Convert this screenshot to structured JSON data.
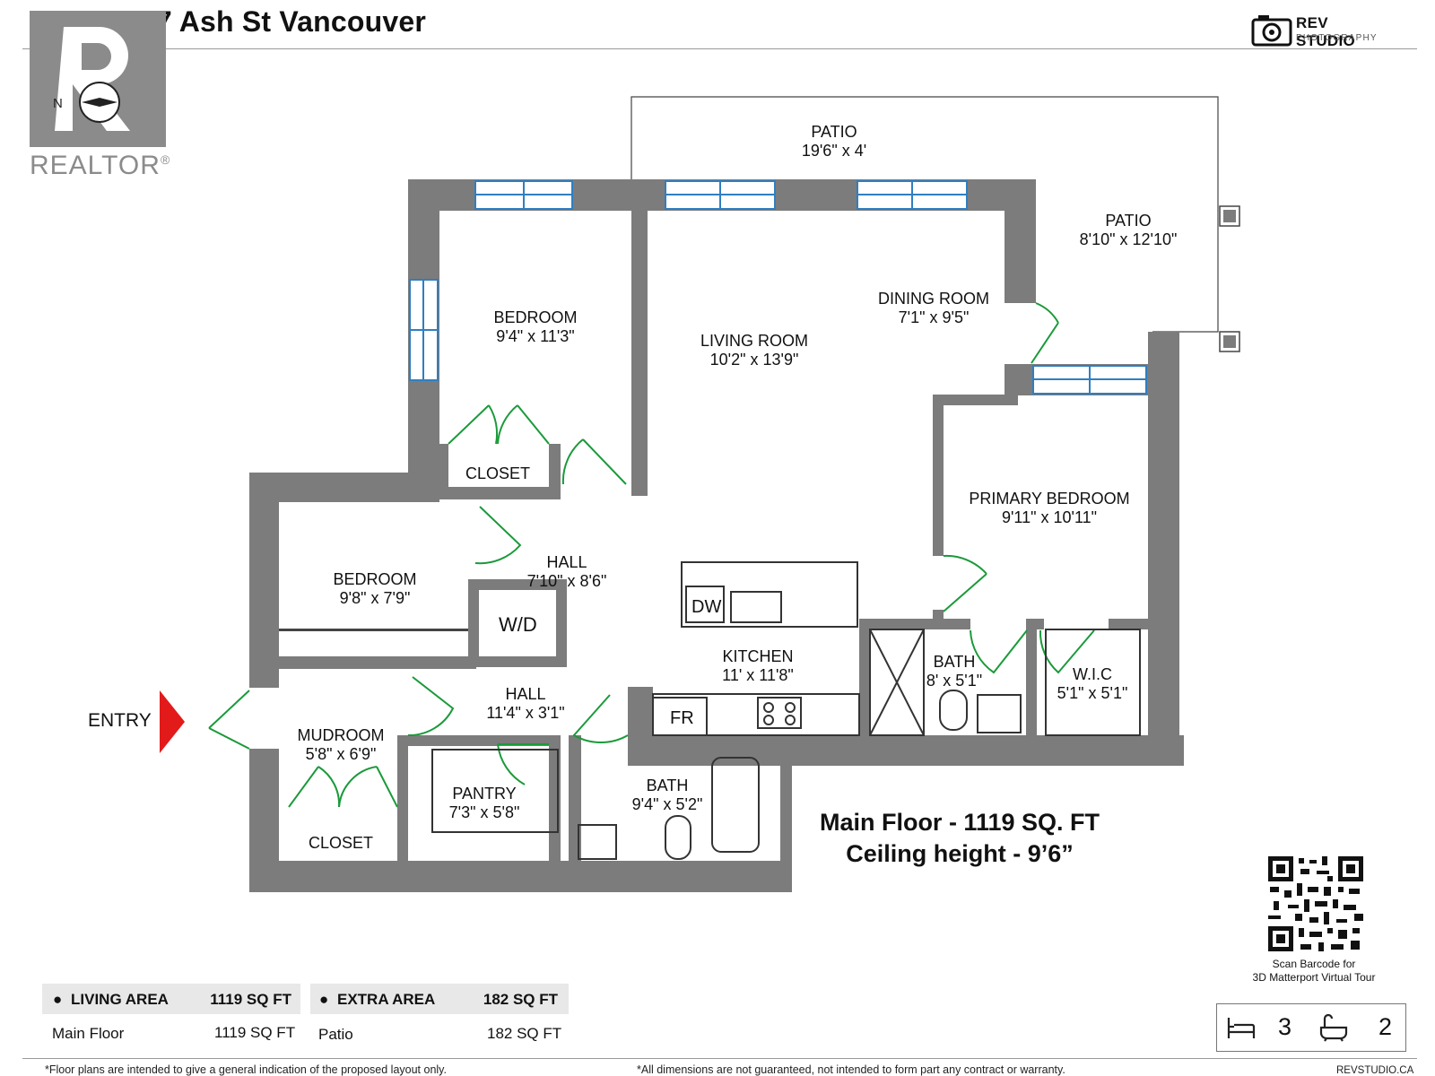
{
  "title": "101-5007 Ash St Vancouver",
  "brand": {
    "name": "REV STUDIO",
    "sub": "PHOTOGRAPHY",
    "icon": "camera-icon"
  },
  "realtor": {
    "word": "REALTOR",
    "mark": "®",
    "compass_letter": "N"
  },
  "rooms": [
    {
      "name": "PATIO",
      "dims": "19'6\" x 4'"
    },
    {
      "name": "PATIO",
      "dims": "8'10\" x 12'10\""
    },
    {
      "name": "BEDROOM",
      "dims": "9'4\" x 11'3\""
    },
    {
      "name": "LIVING ROOM",
      "dims": "10'2\" x 13'9\""
    },
    {
      "name": "DINING ROOM",
      "dims": "7'1\" x 9'5\""
    },
    {
      "name": "CLOSET",
      "dims": ""
    },
    {
      "name": "PRIMARY BEDROOM",
      "dims": "9'11\" x 10'11\""
    },
    {
      "name": "HALL",
      "dims": "7'10\" x 8'6\""
    },
    {
      "name": "BEDROOM",
      "dims": "9'8\" x 7'9\""
    },
    {
      "name": "KITCHEN",
      "dims": "11' x 11'8\""
    },
    {
      "name": "BATH",
      "dims": "8' x 5'1\""
    },
    {
      "name": "W.I.C",
      "dims": "5'1\" x 5'1\""
    },
    {
      "name": "HALL",
      "dims": "11'4\" x 3'1\""
    },
    {
      "name": "MUDROOM",
      "dims": "5'8\" x 6'9\""
    },
    {
      "name": "PANTRY",
      "dims": "7'3\" x 5'8\""
    },
    {
      "name": "BATH",
      "dims": "9'4\" x 5'2\""
    },
    {
      "name": "CLOSET",
      "dims": ""
    }
  ],
  "fixtures": {
    "dw": "DW",
    "wd": "W/D",
    "fr": "FR"
  },
  "entry": "ENTRY",
  "floor_info": {
    "line1": "Main Floor - 1119 SQ. FT",
    "line2": "Ceiling height - 9’6”"
  },
  "qr_caption": {
    "line1": "Scan Barcode for",
    "line2": "3D Matterport Virtual Tour"
  },
  "living_area": {
    "label": "LIVING AREA",
    "total": "1119 SQ FT",
    "row_label": "Main Floor",
    "row_value": "1119 SQ FT"
  },
  "extra_area": {
    "label": "EXTRA AREA",
    "total": "182 SQ FT",
    "row_label": "Patio",
    "row_value": "182 SQ FT"
  },
  "counts": {
    "bedrooms": "3",
    "bathrooms": "2",
    "bed_icon": "bed-icon",
    "bath_icon": "bathtub-icon"
  },
  "footnotes": {
    "left": "*Floor plans are intended to give a general indication of the proposed layout only.",
    "right": "*All dimensions are not guaranteed, not intended to form part any contract or warranty.",
    "site": "REVSTUDIO.CA"
  },
  "colors": {
    "wall": "#7c7c7c",
    "window": "#2f7fc1",
    "door": "#1a9a3a",
    "entry_arrow": "#e21a1a"
  }
}
